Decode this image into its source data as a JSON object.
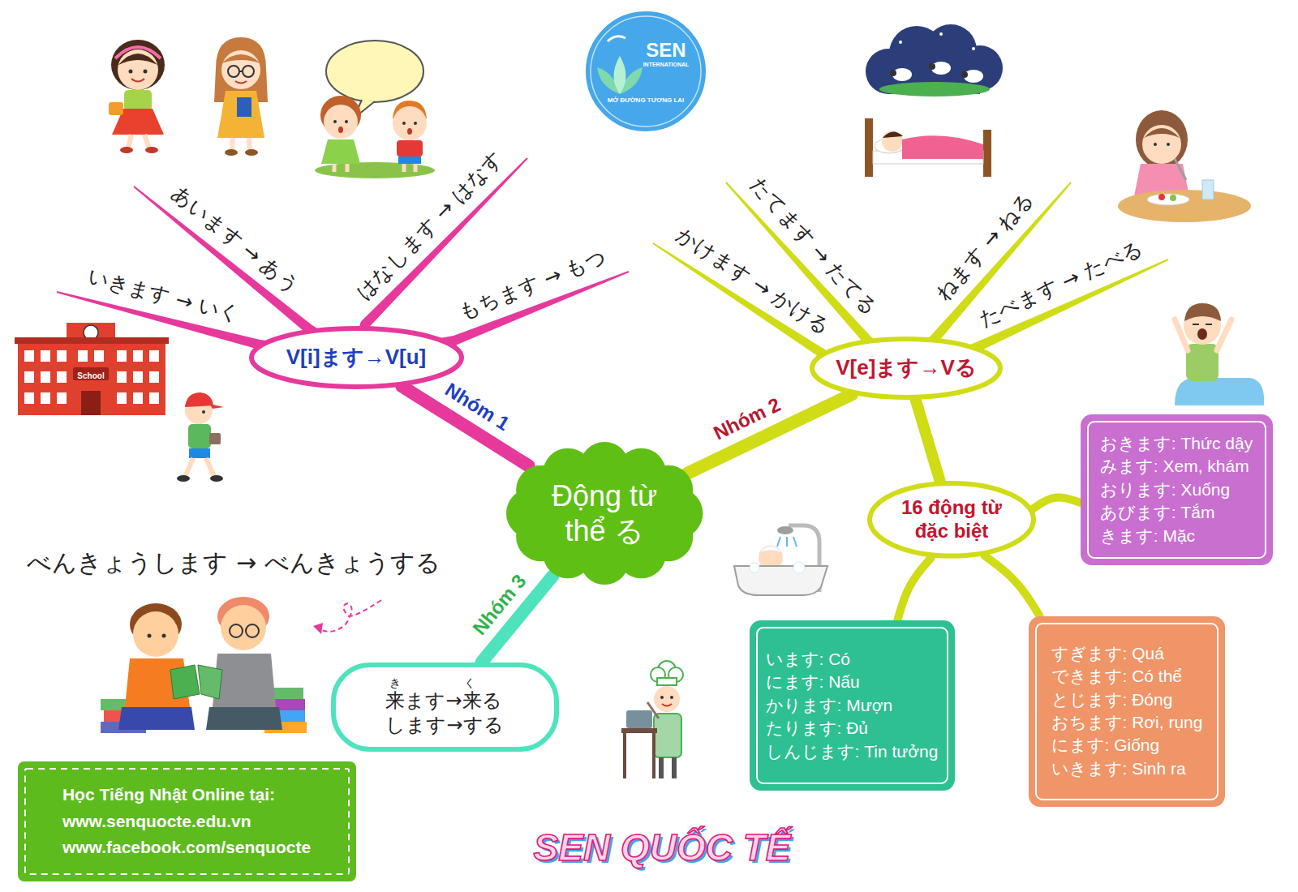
{
  "diagram": {
    "nodes": [
      {
        "text": [
          "SEN",
          "INTERNATIONAL",
          "MỞ ĐƯỜNG TƯƠNG LAI"
        ]
      },
      {
        "text": [
          "V[i]ます→V[u]"
        ]
      },
      {
        "text": [
          "V[e]ます→Vる"
        ]
      },
      {
        "text": [
          "おきます: Thức dậy",
          "みます: Xem, khám",
          "おります: Xuống",
          "あびます: Tắm",
          "きます: Mặc"
        ]
      },
      {
        "text": [
          "Động từ thể る"
        ]
      },
      {
        "text": [
          "16 động từ đặc biệt"
        ]
      },
      {
        "text": [
          "き",
          "く",
          "来ます→来る",
          "します→する"
        ]
      },
      {
        "text": [
          "います: Có",
          "にます: Nấu",
          "かります: Mượn",
          "たります: Đủ",
          "しんじます: Tin tưởng"
        ]
      },
      {
        "text": [
          "すぎます: Quá",
          "できます: Có thể",
          "とじます: Đóng",
          "おちます: Rơi, rụng",
          "にます: Giống",
          "いきます: Sinh ra"
        ]
      },
      {
        "text": [
          "Học Tiếng Nhật Online tại:",
          "www.senquocte.edu.vn",
          "www.facebook.com/senquocte"
        ]
      }
    ],
    "edges": [
      {
        "from": 4,
        "to": 1,
        "label": "Nhóm 1",
        "arrow": "none"
      },
      {
        "from": 4,
        "to": 2,
        "label": "Nhóm 2",
        "arrow": "none"
      },
      {
        "from": 4,
        "to": 6,
        "label": "Nhóm 3",
        "arrow": "none"
      },
      {
        "from": 2,
        "to": 5,
        "arrow": "none"
      },
      {
        "from": 5,
        "to": 3,
        "arrow": "none"
      },
      {
        "from": 5,
        "to": 7,
        "arrow": "none"
      },
      {
        "from": 5,
        "to": 8,
        "arrow": "none"
      }
    ],
    "labels": [
      "あいます → あう",
      "はなします → はなす",
      "いきます → いく",
      "もちます → もつ",
      "たてます → たてる",
      "ねます → ねる",
      "かけます → かける",
      "たべます → たべる",
      "School",
      "べんきょうします → べんきょうする",
      "SEN QUỐC TẾ"
    ]
  }
}
